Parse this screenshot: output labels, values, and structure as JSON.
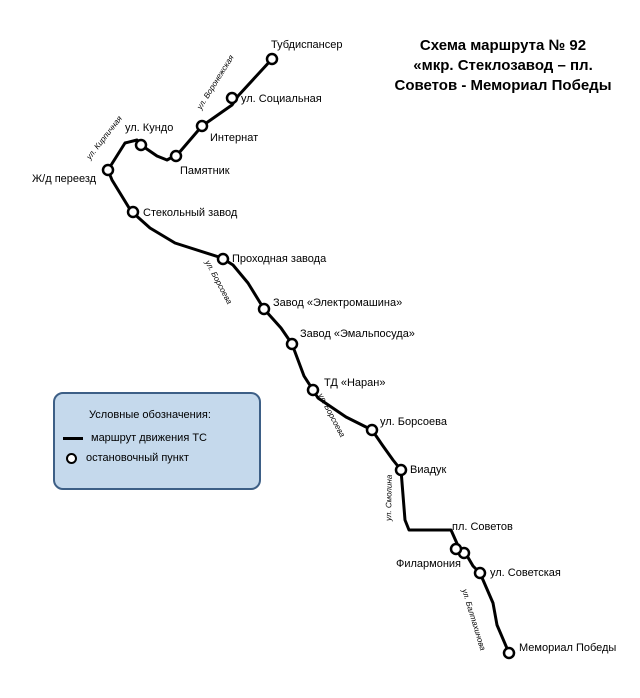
{
  "title": {
    "line1": "Схема маршрута № 92",
    "line2": "«мкр. Стеклозавод – пл.",
    "line3": "Советов - Мемориал Победы"
  },
  "legend": {
    "heading": "Условные обозначения:",
    "route_label": "маршрут движения ТС",
    "stop_label": "остановочный пункт"
  },
  "stops": [
    {
      "name": "Тубдиспансер"
    },
    {
      "name": "ул. Социальная"
    },
    {
      "name": "Интернат"
    },
    {
      "name": "ул. Кундо"
    },
    {
      "name": "Памятник"
    },
    {
      "name": "Ж/д переезд"
    },
    {
      "name": "Стекольный завод"
    },
    {
      "name": "Проходная завода"
    },
    {
      "name": "Завод «Электромашина»"
    },
    {
      "name": "Завод «Эмальпосуда»"
    },
    {
      "name": "ТД «Наран»"
    },
    {
      "name": "ул. Борсоева"
    },
    {
      "name": "Виадук"
    },
    {
      "name": "пл. Советов"
    },
    {
      "name": "Филармония"
    },
    {
      "name": "ул. Советская"
    },
    {
      "name": "Мемориал Победы"
    }
  ],
  "streets": [
    {
      "name": "ул. Воронежская"
    },
    {
      "name": "ул. Кирпичная"
    },
    {
      "name": "ул. Борсоева"
    },
    {
      "name": "ул. Борсоева"
    },
    {
      "name": "ул. Смолина"
    },
    {
      "name": "ул. Балтахинова"
    }
  ],
  "colors": {
    "route": "#000000",
    "legend_fill": "#c5d9ec",
    "legend_border": "#3d5f86"
  }
}
